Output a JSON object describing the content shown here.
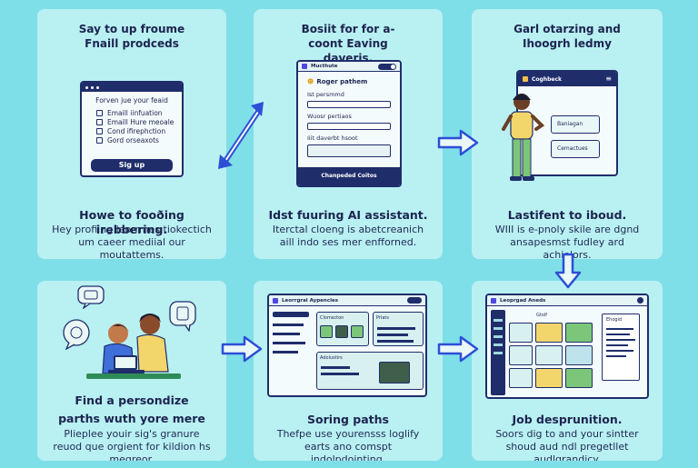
{
  "cards": [
    {
      "top": "Say to up froume Fnaill prodceds",
      "window": {
        "title": "Forven jue your feaid",
        "checks": [
          "Emaill iinfuation",
          "Emaill Hure meoale",
          "Cond ifirephction",
          "Gord orseaxots"
        ],
        "button": "Sig up"
      },
      "heading": "Howe to fooðing irebbering.",
      "desc": "Hey profiing leorrmes tiokectich um caeer mediial our moutattems."
    },
    {
      "top": "Bosiit for for a-coont Eaving daveris.",
      "window": {
        "title": "Mucthute",
        "header": "Roger pathem",
        "fields": [
          "Ist persmmd",
          "Wuosr pertiaos",
          "Iiit daverbt hsoot"
        ],
        "footer": "Chanpeded Coitos"
      },
      "heading": "Idst fuuring AI assistant.",
      "desc": "Iterctal cloeng is abetcreanich aill indo ses mer enfforned."
    },
    {
      "top": "Garl otarzing and Ihoogrh ledmy",
      "window": {
        "title": "Coghbeck",
        "items": [
          "Baniagan",
          "Cemactues"
        ]
      },
      "heading": "Lastifent to iboud.",
      "desc": "WIII is e-pnoly skile are dgnd ansapesmst fudley ard achiolors."
    },
    {
      "heading": "Find a persondize parths wuth yore mere",
      "desc": "Plieplee youir sig's granure reuod que orgient for kildion hs megreor."
    },
    {
      "window": {
        "title": "Leorrgral Aypencles",
        "panels": [
          "Clomscton",
          "Prlats",
          "Adolustirs"
        ]
      },
      "heading": "Soring paths",
      "desc": "Thefpe use yourensss loglify earts ano comspt indolpdointing."
    },
    {
      "window": {
        "title": "Leoprgad Aneds",
        "panels": [
          "Gtolf",
          "Ehogid"
        ]
      },
      "heading": "Job desprunition.",
      "desc": "Soors dig to and your sintter shoud aud ndl pregetllet audlgrandicy."
    }
  ],
  "colors": {
    "background": "#7fdfe8",
    "card": "#b9f0f2",
    "navy": "#1f2d6b",
    "arrow": "#2d4fd6",
    "accent_green": "#7cc67a",
    "accent_yellow": "#f3d66b"
  }
}
